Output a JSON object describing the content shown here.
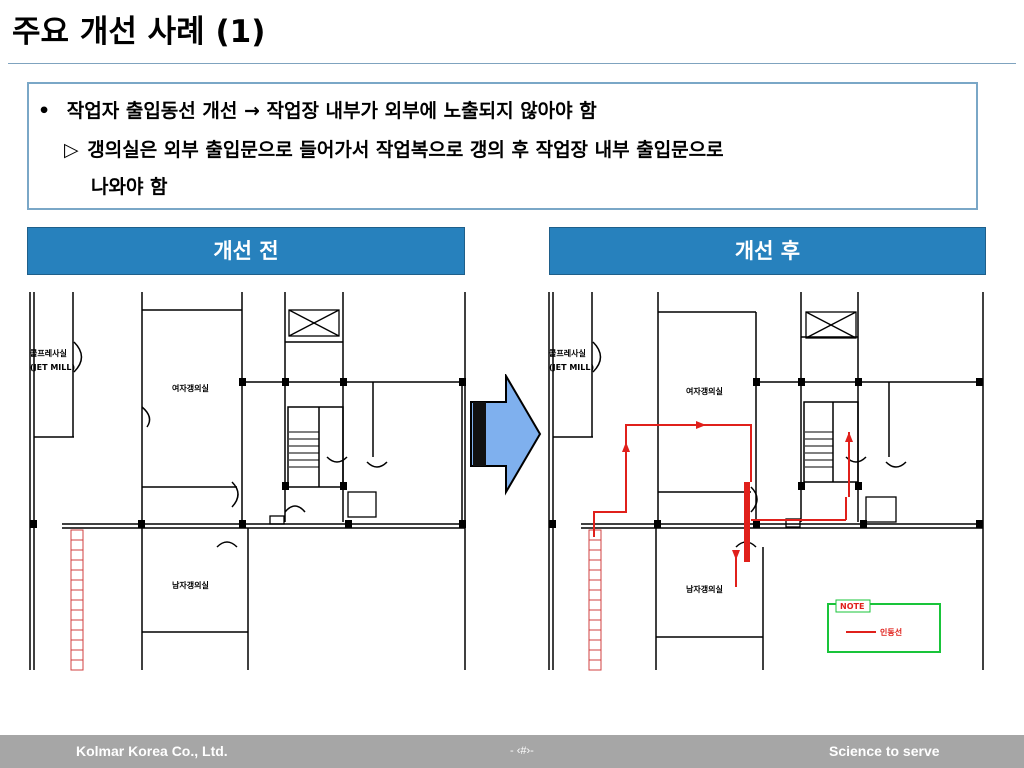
{
  "slide": {
    "title": "주요 개선 사례 (1)"
  },
  "notes": {
    "bullet": "•",
    "line1": "작업자 출입동선 개선 ",
    "arrow": "→",
    "line1_cont": " 작업장 내부가 외부에 노출되지 않아야 함",
    "triangle": "▷",
    "line2": "갱의실은 외부 출입문으로 들어가서 작업복으로 갱의 후 작업장 내부 출입문으로",
    "line3": "나와야 함"
  },
  "panels": {
    "before_label": "개선 전",
    "after_label": "개선 후"
  },
  "plan": {
    "jet_mill_label_1": "콜프레사실",
    "jet_mill_label_2": "(JET MILL)",
    "female_room": "여자갱의실",
    "male_room": "남자갱의실",
    "note_title": "NOTE",
    "note_legend": "인동선"
  },
  "colors": {
    "accent": "#2781bd",
    "path": "#e0201b",
    "note": "#19c43a",
    "arrow_fill": "#7fb0ee"
  },
  "footer": {
    "company": "Kolmar Korea Co., Ltd.",
    "page": "- ‹#›-",
    "slogan": "Science to serve"
  }
}
